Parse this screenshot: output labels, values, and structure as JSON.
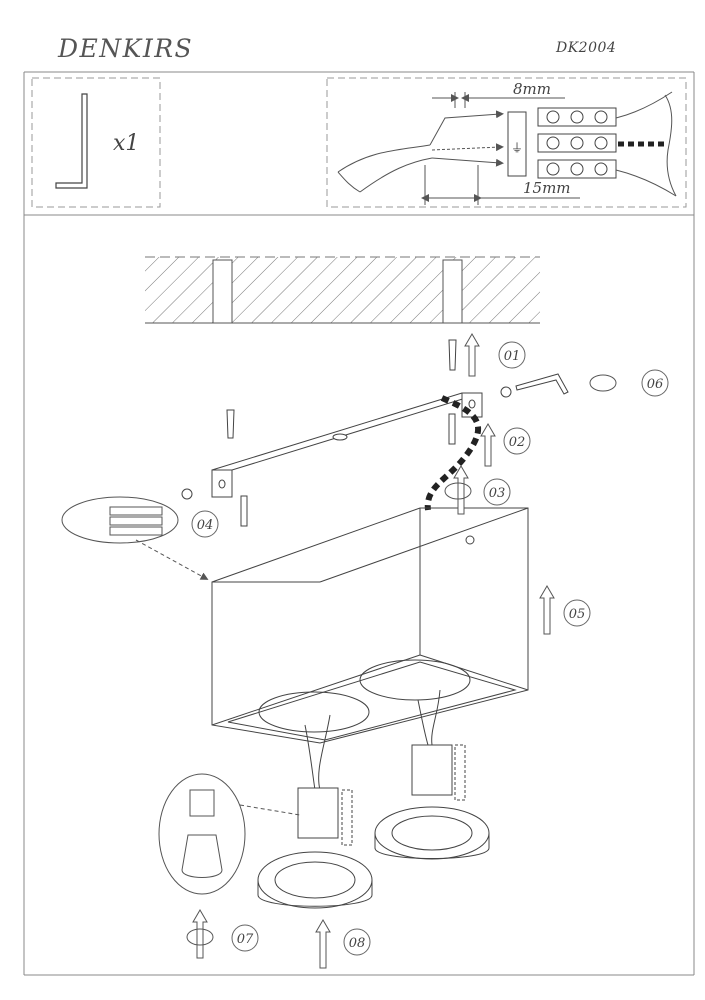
{
  "header": {
    "brand": "DENKIRS",
    "model": "DK2004"
  },
  "tool_box": {
    "quantity_label": "x1",
    "tool_icon": "hex-key-icon"
  },
  "wiring_box": {
    "strip_label": "8mm",
    "insulation_label": "15mm",
    "ground_symbol": "⏚"
  },
  "steps": [
    "01",
    "02",
    "03",
    "04",
    "05",
    "06",
    "07",
    "08"
  ]
}
